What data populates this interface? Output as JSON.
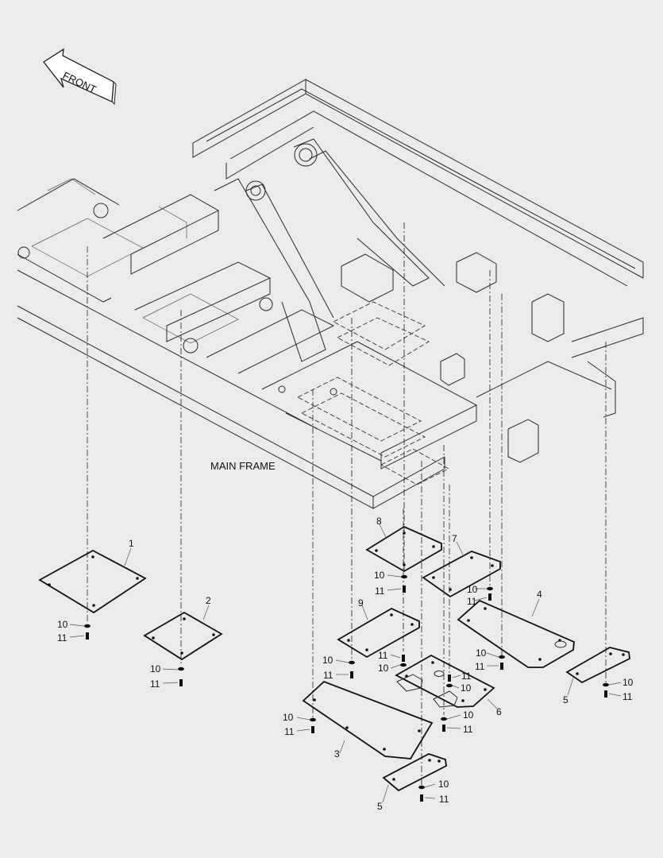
{
  "diagram": {
    "front_label": "FRONT",
    "main_label": "MAIN FRAME",
    "callouts": {
      "c1": "1",
      "c2": "2",
      "c3": "3",
      "c4": "4",
      "c5a": "5",
      "c5b": "5",
      "c6": "6",
      "c7": "7",
      "c8": "8",
      "c9": "9",
      "w_a": "10",
      "b_a": "11",
      "w_b": "10",
      "b_b": "11",
      "w_c": "10",
      "b_c": "11",
      "w_d": "10",
      "b_d": "11",
      "w_e": "10",
      "b_e": "11",
      "w_f": "10",
      "b_f": "11",
      "w_g": "10",
      "b_g": "11",
      "w_h": "10",
      "b_h": "11",
      "w_i": "10",
      "b_i": "11",
      "w_j": "10",
      "b_j": "11",
      "w_k": "10",
      "b_k": "11"
    }
  }
}
